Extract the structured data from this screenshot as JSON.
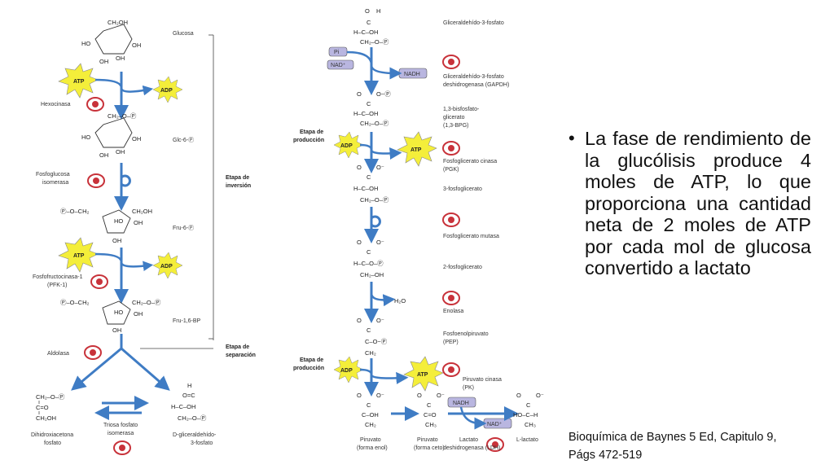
{
  "bullet": {
    "text": "La fase de rendimiento de la glucólisis produce 4 moles de ATP, lo que proporciona una cantidad neta de 2 moles de ATP por cada mol de glucosa convertido a lactato"
  },
  "citation": {
    "line1": "Bioquímica de Baynes 5 Ed, Capitulo 9,",
    "line2": "Págs 472-519"
  },
  "left_diagram": {
    "metabolites": {
      "glucosa": "Glucosa",
      "glc6p": "Glc-6-",
      "fru6p": "Fru-6-",
      "fru16bp": "Fru-1,6-BP",
      "dhap_1": "Dihidroxiacetona",
      "dhap_2": "fosfato",
      "gap_1": "D-gliceraldehído-",
      "gap_2": "3-fosfato"
    },
    "enzymes": {
      "hexocinasa": "Hexocinasa",
      "fgi_1": "Fosfoglucosa",
      "fgi_2": "isomerasa",
      "pfk_1": "Fosfofructocinasa-1",
      "pfk_2": "(PFK-1)",
      "aldolasa": "Aldolasa",
      "tim_1": "Triosa fosfato",
      "tim_2": "isomerasa"
    },
    "stages": {
      "inversion_1": "Etapa de",
      "inversion_2": "inversión",
      "separacion_1": "Etapa de",
      "separacion_2": "separación"
    },
    "cofactors": {
      "atp": "ATP",
      "adp": "ADP"
    }
  },
  "right_diagram": {
    "metabolites": {
      "g3p": "Gliceraldehído-3-fosfato",
      "bpg_1": "1,3-bisfosfato-",
      "bpg_2": "glicerato",
      "bpg_3": "(1,3-BPG)",
      "pg3": "3-fosfoglicerato",
      "pg2": "2-fosfoglicerato",
      "pep_1": "Fosfoenolpiruvato",
      "pep_2": "(PEP)",
      "pir_enol_1": "Piruvato",
      "pir_enol_2": "(forma enol)",
      "pir_ceto_1": "Piruvato",
      "pir_ceto_2": "(forma ceto)",
      "lactato": "L-lactato"
    },
    "enzymes": {
      "gapdh_1": "Gliceraldehído-3-fosfato",
      "gapdh_2": "deshidrogenasa (GAPDH)",
      "pgk_1": "Fosfoglicerato cinasa",
      "pgk_2": "(PGK)",
      "pgm": "Fosfoglicerato mutasa",
      "enolasa": "Enolasa",
      "pk_1": "Piruvato cinasa",
      "pk_2": "(PK)",
      "ldh_1": "Lactato",
      "ldh_2": "deshidrogenasa (LDH)"
    },
    "stages": {
      "produccion_1": "Etapa de",
      "produccion_2": "producción"
    },
    "cofactors": {
      "pi": "Pi",
      "nad": "NAD",
      "nadh": "NADH",
      "atp": "ATP",
      "adp": "ADP",
      "h2o": "H₂O"
    }
  },
  "colors": {
    "arrow_blue": "#3f7cc4",
    "atp_yellow": "#f4ee3a",
    "enzyme_red": "#c8323a",
    "cofactor_purple": "#b9b6e0"
  }
}
